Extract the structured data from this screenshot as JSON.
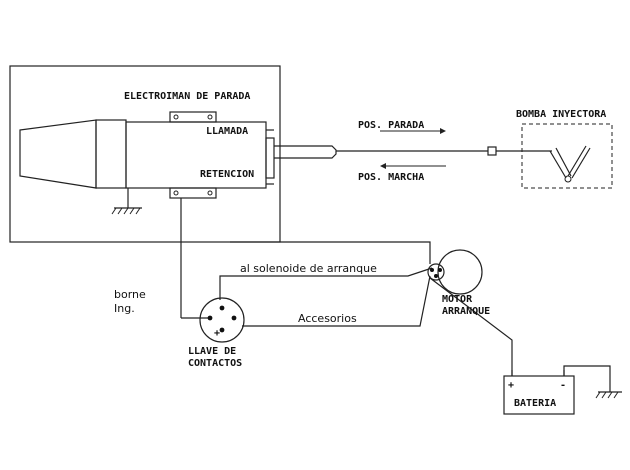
{
  "labels": {
    "electroiman": "ELECTROIMAN DE PARADA",
    "llamada": "LLAMADA",
    "retencion": "RETENCION",
    "pos_parada": "POS. PARADA",
    "pos_marcha": "POS. MARCHA",
    "bomba": "BOMBA INYECTORA",
    "solenoide": "al solenoide de arranque",
    "borne": "borne",
    "ing": "Ing.",
    "accesorios": "Accesorios",
    "llave_1": "LLAVE DE",
    "llave_2": "CONTACTOS",
    "motor_1": "MOTOR",
    "motor_2": "ARRANQUE",
    "bateria": "BATERIA",
    "plus": "+",
    "minus": "-"
  }
}
